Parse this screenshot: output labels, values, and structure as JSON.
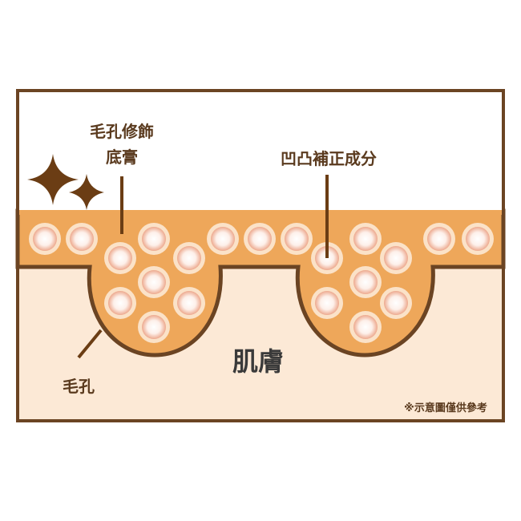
{
  "labels": {
    "foundation_line1": "毛孔修飾",
    "foundation_line2": "底膏",
    "correction": "凹凸補正成分",
    "pore": "毛孔",
    "skin": "肌膚",
    "note": "※示意圖僅供參考"
  },
  "colors": {
    "outline": "#6b4423",
    "foundation": "#eea75a",
    "skin": "#fce9d6",
    "particle_ring": "#fbe2c8",
    "particle_core": "#f3b9a0"
  }
}
